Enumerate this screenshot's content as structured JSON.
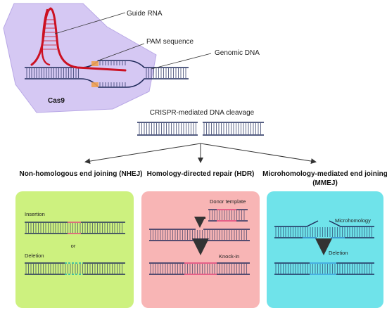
{
  "labels": {
    "guide_rna": "Guide RNA",
    "pam": "PAM sequence",
    "genomic_dna": "Genomic DNA",
    "cas9": "Cas9",
    "cleavage": "CRISPR-mediated DNA cleavage",
    "nhej": "Non-homologous end joining (NHEJ)",
    "hdr": "Homology-directed repair (HDR)",
    "mmej_1": "Microhomology-mediated end joining",
    "mmej_2": "(MMEJ)",
    "insertion": "Insertion",
    "or": "or",
    "deletion": "Deletion",
    "donor": "Donor template",
    "knockin": "Knock-in",
    "microhomology": "Microhomology",
    "mm_deletion": "Deletion"
  },
  "colors": {
    "cas9_fill": "#d5c8f3",
    "rna": "#cc1122",
    "dna": "#1f2a5a",
    "pam": "#f0a050",
    "nhej_box": "#cdf17f",
    "hdr_box": "#f8b5b5",
    "mmej_box": "#6fe3ea",
    "insert_pink": "#e0457a",
    "deletion_cyan": "#19b3a8",
    "micro_blue": "#3aa0e0"
  }
}
